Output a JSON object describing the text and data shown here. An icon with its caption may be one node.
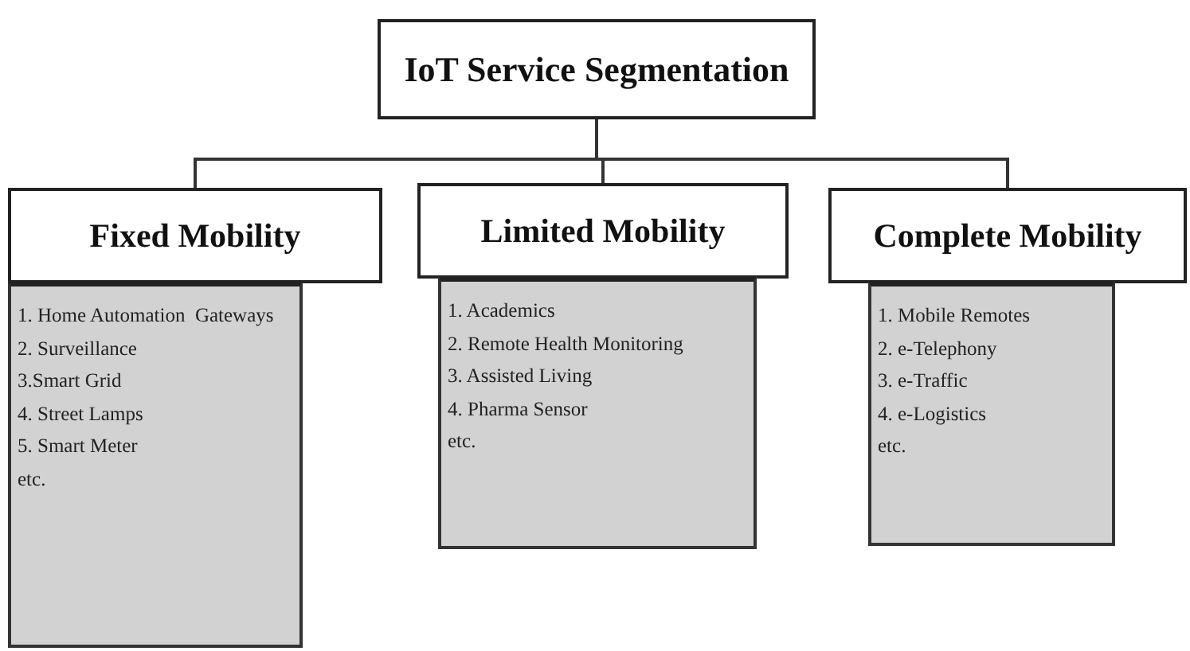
{
  "diagram": {
    "nodes": [
      {
        "text": [
          "IoT Service Segmentation"
        ]
      },
      {
        "text": [
          "Fixed Mobility"
        ]
      },
      {
        "text": [
          "Limited Mobility"
        ]
      },
      {
        "text": [
          "Complete Mobility"
        ]
      },
      {
        "text": [
          "1. Home Automation  Gateways",
          "2. Surveillance",
          "3.Smart Grid",
          "4. Street Lamps",
          "5. Smart Meter",
          "etc."
        ]
      },
      {
        "text": [
          "1. Academics",
          "2. Remote Health Monitoring",
          "3. Assisted Living",
          "4. Pharma Sensor",
          "etc."
        ]
      },
      {
        "text": [
          "1. Mobile Remotes",
          "2. e-Telephony",
          "3. e-Traffic",
          "4. e-Logistics",
          "etc."
        ]
      }
    ],
    "edges": [
      {
        "from": 0,
        "to": 1,
        "arrow": "none"
      },
      {
        "from": 0,
        "to": 2,
        "arrow": "none"
      },
      {
        "from": 0,
        "to": 3,
        "arrow": "none"
      }
    ]
  }
}
